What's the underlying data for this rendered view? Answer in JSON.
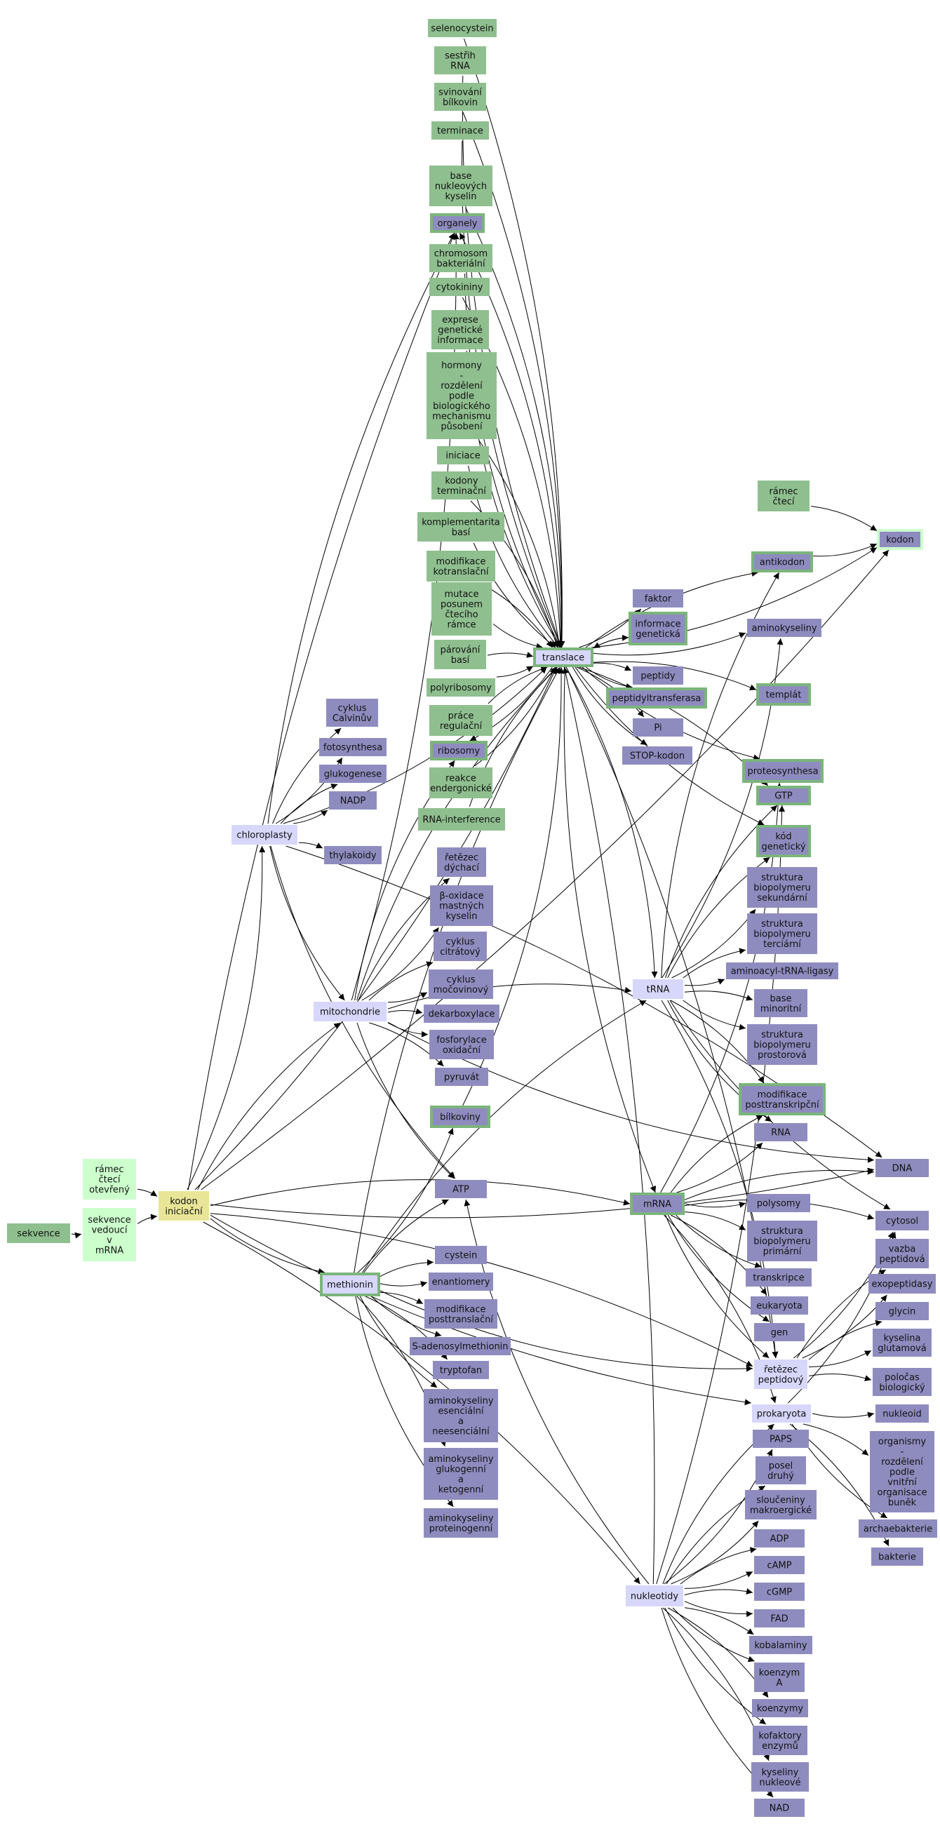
{
  "colors": {
    "background": "#ffffff",
    "edge": "#000000",
    "green_node": "#8fbf8f",
    "green_border": "#7bb57b",
    "blue_node": "#8e8cbf",
    "lavender_node": "#d7d7fb",
    "light_green_node": "#ccffcc",
    "yellow_node": "#e8e696",
    "text": "#111111"
  },
  "nodes": {
    "selenocystein": {
      "lines": [
        "selenocystein"
      ],
      "style": "green"
    },
    "sestrih": {
      "lines": [
        "sestřih",
        "RNA"
      ],
      "style": "green"
    },
    "svinovani": {
      "lines": [
        "svinování",
        "bílkovin"
      ],
      "style": "green"
    },
    "terminace": {
      "lines": [
        "terminace"
      ],
      "style": "green"
    },
    "base_nukleovych": {
      "lines": [
        "base",
        "nukleových",
        "kyselin"
      ],
      "style": "green"
    },
    "organely": {
      "lines": [
        "organely"
      ],
      "style": "blue-green"
    },
    "chromosom": {
      "lines": [
        "chromosom",
        "bakteriální"
      ],
      "style": "green"
    },
    "cytokininy": {
      "lines": [
        "cytokininy"
      ],
      "style": "green"
    },
    "exprese": {
      "lines": [
        "exprese",
        "genetické",
        "informace"
      ],
      "style": "green"
    },
    "hormony": {
      "lines": [
        "hormony",
        "-",
        "rozdělení",
        "podle",
        "biologického",
        "mechanismu",
        "působení"
      ],
      "style": "green"
    },
    "iniciace": {
      "lines": [
        "iniciace"
      ],
      "style": "green"
    },
    "kodony_term": {
      "lines": [
        "kodony",
        "terminační"
      ],
      "style": "green"
    },
    "komplementarita": {
      "lines": [
        "komplementarita",
        "basí"
      ],
      "style": "green"
    },
    "modifikace_kotr": {
      "lines": [
        "modifikace",
        "kotranslační"
      ],
      "style": "green"
    },
    "mutace": {
      "lines": [
        "mutace",
        "posunem",
        "čtecího",
        "rámce"
      ],
      "style": "green"
    },
    "parovani": {
      "lines": [
        "párování",
        "basí"
      ],
      "style": "green"
    },
    "polyribosomy": {
      "lines": [
        "polyribosomy"
      ],
      "style": "green"
    },
    "prace": {
      "lines": [
        "práce",
        "regulační"
      ],
      "style": "green"
    },
    "ribosomy": {
      "lines": [
        "ribosomy"
      ],
      "style": "blue-green"
    },
    "reakce": {
      "lines": [
        "reakce",
        "endergonické"
      ],
      "style": "green"
    },
    "rna_interference": {
      "lines": [
        "RNA-interference"
      ],
      "style": "green"
    },
    "ramec_cteci": {
      "lines": [
        "rámec",
        "čtecí"
      ],
      "style": "green"
    },
    "kodon": {
      "lines": [
        "kodon"
      ],
      "style": "blue-lavender"
    },
    "antikodon": {
      "lines": [
        "antikodon"
      ],
      "style": "blue-green"
    },
    "aminokyseliny": {
      "lines": [
        "aminokyseliny"
      ],
      "style": "blue"
    },
    "faktor": {
      "lines": [
        "faktor"
      ],
      "style": "blue"
    },
    "informace_genet": {
      "lines": [
        "informace",
        "genetická"
      ],
      "style": "blue-green"
    },
    "translace": {
      "lines": [
        "translace"
      ],
      "style": "lavender-green"
    },
    "peptidy": {
      "lines": [
        "peptidy"
      ],
      "style": "blue"
    },
    "peptidyltransferasa": {
      "lines": [
        "peptidyltransferasa"
      ],
      "style": "blue-green"
    },
    "templat": {
      "lines": [
        "templát"
      ],
      "style": "blue-green"
    },
    "pi": {
      "lines": [
        "Pi"
      ],
      "style": "blue"
    },
    "stop_kodon": {
      "lines": [
        "STOP-kodon"
      ],
      "style": "blue"
    },
    "proteosynthesa": {
      "lines": [
        "proteosynthesa"
      ],
      "style": "blue-green"
    },
    "gtp": {
      "lines": [
        "GTP"
      ],
      "style": "blue-green"
    },
    "kod_genet": {
      "lines": [
        "kód",
        "genetický"
      ],
      "style": "blue-green"
    },
    "cyklus_calvin": {
      "lines": [
        "cyklus",
        "Calvinův"
      ],
      "style": "blue"
    },
    "fotosynthesa": {
      "lines": [
        "fotosynthesa"
      ],
      "style": "blue"
    },
    "glukogenese": {
      "lines": [
        "glukogenese"
      ],
      "style": "blue"
    },
    "nadp": {
      "lines": [
        "NADP"
      ],
      "style": "blue"
    },
    "chloroplasty": {
      "lines": [
        "chloroplasty"
      ],
      "style": "lavender"
    },
    "thylakoidy": {
      "lines": [
        "thylakoidy"
      ],
      "style": "blue"
    },
    "retezec_dychaci": {
      "lines": [
        "řetězec",
        "dýchací"
      ],
      "style": "blue"
    },
    "beta_oxidace": {
      "lines": [
        "β-oxidace",
        "mastných",
        "kyselin"
      ],
      "style": "blue"
    },
    "cyklus_citratovy": {
      "lines": [
        "cyklus",
        "citrátový"
      ],
      "style": "blue"
    },
    "cyklus_mocovinovy": {
      "lines": [
        "cyklus",
        "močovinový"
      ],
      "style": "blue"
    },
    "dekarboxylace": {
      "lines": [
        "dekarboxylace"
      ],
      "style": "blue"
    },
    "mitochondrie": {
      "lines": [
        "mitochondrie"
      ],
      "style": "lavender"
    },
    "fosforylace": {
      "lines": [
        "fosforylace",
        "oxidační"
      ],
      "style": "blue"
    },
    "pyruvat": {
      "lines": [
        "pyruvát"
      ],
      "style": "blue"
    },
    "bilkoviny": {
      "lines": [
        "bílkoviny"
      ],
      "style": "blue-green"
    },
    "atp": {
      "lines": [
        "ATP"
      ],
      "style": "blue"
    },
    "struktura_sek": {
      "lines": [
        "struktura",
        "biopolymeru",
        "sekundární"
      ],
      "style": "blue"
    },
    "struktura_ter": {
      "lines": [
        "struktura",
        "biopolymeru",
        "terciární"
      ],
      "style": "blue"
    },
    "aminoacyl": {
      "lines": [
        "aminoacyl-tRNA-ligasy"
      ],
      "style": "blue"
    },
    "trna": {
      "lines": [
        "tRNA"
      ],
      "style": "lavender"
    },
    "base_minoritni": {
      "lines": [
        "base",
        "minoritní"
      ],
      "style": "blue"
    },
    "struktura_pro": {
      "lines": [
        "struktura",
        "biopolymeru",
        "prostorová"
      ],
      "style": "blue"
    },
    "modifikace_post": {
      "lines": [
        "modifikace",
        "posttranskripční"
      ],
      "style": "blue-green"
    },
    "rna": {
      "lines": [
        "RNA"
      ],
      "style": "blue"
    },
    "dna": {
      "lines": [
        "DNA"
      ],
      "style": "blue"
    },
    "mrna": {
      "lines": [
        "mRNA"
      ],
      "style": "blue-green"
    },
    "polysomy": {
      "lines": [
        "polysomy"
      ],
      "style": "blue"
    },
    "struktura_prim": {
      "lines": [
        "struktura",
        "biopolymeru",
        "primární"
      ],
      "style": "blue"
    },
    "cytosol": {
      "lines": [
        "cytosol"
      ],
      "style": "blue"
    },
    "vazba_pept": {
      "lines": [
        "vazba",
        "peptidová"
      ],
      "style": "blue"
    },
    "transkripce": {
      "lines": [
        "transkripce"
      ],
      "style": "blue"
    },
    "exopeptidasy": {
      "lines": [
        "exopeptidasy"
      ],
      "style": "blue"
    },
    "eukaryota": {
      "lines": [
        "eukaryota"
      ],
      "style": "blue"
    },
    "glycin": {
      "lines": [
        "glycin"
      ],
      "style": "blue"
    },
    "gen": {
      "lines": [
        "gen"
      ],
      "style": "blue"
    },
    "kyselina_glut": {
      "lines": [
        "kyselina",
        "glutamová"
      ],
      "style": "blue"
    },
    "retezec_pept": {
      "lines": [
        "řetězec",
        "peptidový"
      ],
      "style": "lavender"
    },
    "polocas": {
      "lines": [
        "poločas",
        "biologický"
      ],
      "style": "blue"
    },
    "prokaryota": {
      "lines": [
        "prokaryota"
      ],
      "style": "lavender"
    },
    "nukleoid": {
      "lines": [
        "nukleoid"
      ],
      "style": "blue"
    },
    "organismy": {
      "lines": [
        "organismy",
        "-",
        "rozdělení",
        "podle",
        "vnitřní",
        "organisace",
        "buněk"
      ],
      "style": "blue"
    },
    "archaebakterie": {
      "lines": [
        "archaebakterie"
      ],
      "style": "blue"
    },
    "bakterie": {
      "lines": [
        "bakterie"
      ],
      "style": "blue"
    },
    "ramec_otevreny": {
      "lines": [
        "rámec",
        "čtecí",
        "otevřený"
      ],
      "style": "light-green"
    },
    "sekvence": {
      "lines": [
        "sekvence"
      ],
      "style": "green"
    },
    "sekvence_vedouci": {
      "lines": [
        "sekvence",
        "vedoucí",
        "v",
        "mRNA"
      ],
      "style": "light-green"
    },
    "kodon_iniciacni": {
      "lines": [
        "kodon",
        "iniciační"
      ],
      "style": "yellow"
    },
    "methionin": {
      "lines": [
        "methionin"
      ],
      "style": "lavender-green"
    },
    "cystein": {
      "lines": [
        "cystein"
      ],
      "style": "blue"
    },
    "enantiomery": {
      "lines": [
        "enantiomery"
      ],
      "style": "blue"
    },
    "modifikace_posttransl": {
      "lines": [
        "modifikace",
        "posttranslační"
      ],
      "style": "blue"
    },
    "s_adenosyl": {
      "lines": [
        "S-adenosylmethionin"
      ],
      "style": "blue"
    },
    "tryptofan": {
      "lines": [
        "tryptofan"
      ],
      "style": "blue"
    },
    "ak_esencialni": {
      "lines": [
        "aminokyseliny",
        "esenciální",
        "a",
        "neesenciální"
      ],
      "style": "blue"
    },
    "ak_glukogenni": {
      "lines": [
        "aminokyseliny",
        "glukogenní",
        "a",
        "ketogenní"
      ],
      "style": "blue"
    },
    "ak_proteinogenni": {
      "lines": [
        "aminokyseliny",
        "proteinogenní"
      ],
      "style": "blue"
    },
    "paps": {
      "lines": [
        "PAPS"
      ],
      "style": "blue"
    },
    "posel_druhy": {
      "lines": [
        "posel",
        "druhý"
      ],
      "style": "blue"
    },
    "slouceniny": {
      "lines": [
        "sloučeniny",
        "makroergické"
      ],
      "style": "blue"
    },
    "adp": {
      "lines": [
        "ADP"
      ],
      "style": "blue"
    },
    "camp": {
      "lines": [
        "cAMP"
      ],
      "style": "blue"
    },
    "cgmp": {
      "lines": [
        "cGMP"
      ],
      "style": "blue"
    },
    "nukleotidy": {
      "lines": [
        "nukleotidy"
      ],
      "style": "lavender"
    },
    "fad": {
      "lines": [
        "FAD"
      ],
      "style": "blue"
    },
    "kobalaminy": {
      "lines": [
        "kobalaminy"
      ],
      "style": "blue"
    },
    "koenzym_a": {
      "lines": [
        "koenzym",
        "A"
      ],
      "style": "blue"
    },
    "koenzymy": {
      "lines": [
        "koenzymy"
      ],
      "style": "blue"
    },
    "kofaktory": {
      "lines": [
        "kofaktory",
        "enzymů"
      ],
      "style": "blue"
    },
    "kyseliny_nukleove": {
      "lines": [
        "kyseliny",
        "nukleové"
      ],
      "style": "blue"
    },
    "nad": {
      "lines": [
        "NAD"
      ],
      "style": "blue"
    }
  },
  "edges": [
    [
      "selenocystein",
      "translace"
    ],
    [
      "sestrih",
      "translace"
    ],
    [
      "svinovani",
      "translace"
    ],
    [
      "terminace",
      "translace"
    ],
    [
      "base_nukleovych",
      "translace"
    ],
    [
      "chromosom",
      "translace"
    ],
    [
      "cytokininy",
      "translace"
    ],
    [
      "exprese",
      "translace"
    ],
    [
      "hormony",
      "translace"
    ],
    [
      "iniciace",
      "translace"
    ],
    [
      "kodony_term",
      "translace"
    ],
    [
      "komplementarita",
      "translace"
    ],
    [
      "modifikace_kotr",
      "translace"
    ],
    [
      "mutace",
      "translace"
    ],
    [
      "parovani",
      "translace"
    ],
    [
      "polyribosomy",
      "translace"
    ],
    [
      "prace",
      "translace"
    ],
    [
      "reakce",
      "translace"
    ],
    [
      "rna_interference",
      "translace"
    ],
    [
      "translace",
      "organely"
    ],
    [
      "translace",
      "ribosomy"
    ],
    [
      "translace",
      "faktor"
    ],
    [
      "translace",
      "informace_genet"
    ],
    [
      "informace_genet",
      "translace"
    ],
    [
      "translace",
      "peptidy"
    ],
    [
      "translace",
      "peptidyltransferasa"
    ],
    [
      "translace",
      "pi"
    ],
    [
      "translace",
      "stop_kodon"
    ],
    [
      "translace",
      "antikodon"
    ],
    [
      "translace",
      "aminokyseliny"
    ],
    [
      "translace",
      "templat"
    ],
    [
      "translace",
      "proteosynthesa"
    ],
    [
      "translace",
      "gtp"
    ],
    [
      "translace",
      "kodon"
    ],
    [
      "translace",
      "trna"
    ],
    [
      "translace",
      "mrna"
    ],
    [
      "translace",
      "retezec_pept"
    ],
    [
      "translace",
      "kod_genet"
    ],
    [
      "ramec_cteci",
      "kodon"
    ],
    [
      "antikodon",
      "kodon"
    ],
    [
      "chloroplasty",
      "cyklus_calvin"
    ],
    [
      "chloroplasty",
      "fotosynthesa"
    ],
    [
      "chloroplasty",
      "glukogenese"
    ],
    [
      "chloroplasty",
      "nadp"
    ],
    [
      "chloroplasty",
      "thylakoidy"
    ],
    [
      "chloroplasty",
      "mitochondrie"
    ],
    [
      "chloroplasty",
      "dna"
    ],
    [
      "chloroplasty",
      "atp"
    ],
    [
      "chloroplasty",
      "organely"
    ],
    [
      "chloroplasty",
      "translace"
    ],
    [
      "mitochondrie",
      "retezec_dychaci"
    ],
    [
      "mitochondrie",
      "beta_oxidace"
    ],
    [
      "mitochondrie",
      "cyklus_citratovy"
    ],
    [
      "mitochondrie",
      "cyklus_mocovinovy"
    ],
    [
      "mitochondrie",
      "dekarboxylace"
    ],
    [
      "mitochondrie",
      "fosforylace"
    ],
    [
      "mitochondrie",
      "pyruvat"
    ],
    [
      "mitochondrie",
      "organely"
    ],
    [
      "mitochondrie",
      "ribosomy"
    ],
    [
      "mitochondrie",
      "atp"
    ],
    [
      "mitochondrie",
      "translace"
    ],
    [
      "mitochondrie",
      "dna"
    ],
    [
      "mitochondrie",
      "trna"
    ],
    [
      "bilkoviny",
      "translace"
    ],
    [
      "trna",
      "kod_genet"
    ],
    [
      "trna",
      "struktura_sek"
    ],
    [
      "trna",
      "struktura_ter"
    ],
    [
      "trna",
      "aminoacyl"
    ],
    [
      "trna",
      "base_minoritni"
    ],
    [
      "trna",
      "struktura_pro"
    ],
    [
      "trna",
      "modifikace_post"
    ],
    [
      "trna",
      "rna"
    ],
    [
      "trna",
      "antikodon"
    ],
    [
      "trna",
      "aminokyseliny"
    ],
    [
      "trna",
      "gtp"
    ],
    [
      "trna",
      "cytosol"
    ],
    [
      "trna",
      "retezec_pept"
    ],
    [
      "mrna",
      "polysomy"
    ],
    [
      "mrna",
      "struktura_prim"
    ],
    [
      "mrna",
      "transkripce"
    ],
    [
      "mrna",
      "eukaryota"
    ],
    [
      "mrna",
      "gen"
    ],
    [
      "mrna",
      "dna"
    ],
    [
      "mrna",
      "rna"
    ],
    [
      "mrna",
      "modifikace_post"
    ],
    [
      "mrna",
      "retezec_pept"
    ],
    [
      "mrna",
      "prokaryota"
    ],
    [
      "mrna",
      "proteosynthesa"
    ],
    [
      "mrna",
      "cytosol"
    ],
    [
      "retezec_pept",
      "cytosol"
    ],
    [
      "retezec_pept",
      "vazba_pept"
    ],
    [
      "retezec_pept",
      "exopeptidasy"
    ],
    [
      "retezec_pept",
      "glycin"
    ],
    [
      "retezec_pept",
      "kyselina_glut"
    ],
    [
      "retezec_pept",
      "polocas"
    ],
    [
      "prokaryota",
      "nukleoid"
    ],
    [
      "prokaryota",
      "organismy"
    ],
    [
      "prokaryota",
      "archaebakterie"
    ],
    [
      "prokaryota",
      "bakterie"
    ],
    [
      "prokaryota",
      "cytosol"
    ],
    [
      "ramec_otevreny",
      "kodon_iniciacni"
    ],
    [
      "sekvence",
      "sekvence_vedouci"
    ],
    [
      "sekvence_vedouci",
      "kodon_iniciacni"
    ],
    [
      "kodon_iniciacni",
      "chloroplasty"
    ],
    [
      "kodon_iniciacni",
      "mitochondrie"
    ],
    [
      "kodon_iniciacni",
      "methionin"
    ],
    [
      "kodon_iniciacni",
      "mrna"
    ],
    [
      "kodon_iniciacni",
      "translace"
    ],
    [
      "kodon_iniciacni",
      "nukleotidy"
    ],
    [
      "kodon_iniciacni",
      "kodon"
    ],
    [
      "kodon_iniciacni",
      "organely"
    ],
    [
      "kodon_iniciacni",
      "prokaryota"
    ],
    [
      "kodon_iniciacni",
      "retezec_pept"
    ],
    [
      "kodon_iniciacni",
      "dna"
    ],
    [
      "methionin",
      "cystein"
    ],
    [
      "methionin",
      "enantiomery"
    ],
    [
      "methionin",
      "modifikace_posttransl"
    ],
    [
      "methionin",
      "s_adenosyl"
    ],
    [
      "methionin",
      "tryptofan"
    ],
    [
      "methionin",
      "ak_esencialni"
    ],
    [
      "methionin",
      "ak_glukogenni"
    ],
    [
      "methionin",
      "ak_proteinogenni"
    ],
    [
      "methionin",
      "atp"
    ],
    [
      "methionin",
      "bilkoviny"
    ],
    [
      "methionin",
      "trna"
    ],
    [
      "methionin",
      "retezec_pept"
    ],
    [
      "methionin",
      "translace"
    ],
    [
      "nukleotidy",
      "paps"
    ],
    [
      "nukleotidy",
      "posel_druhy"
    ],
    [
      "nukleotidy",
      "slouceniny"
    ],
    [
      "nukleotidy",
      "adp"
    ],
    [
      "nukleotidy",
      "camp"
    ],
    [
      "nukleotidy",
      "cgmp"
    ],
    [
      "nukleotidy",
      "fad"
    ],
    [
      "nukleotidy",
      "kobalaminy"
    ],
    [
      "nukleotidy",
      "koenzym_a"
    ],
    [
      "nukleotidy",
      "koenzymy"
    ],
    [
      "nukleotidy",
      "kofaktory"
    ],
    [
      "nukleotidy",
      "kyseliny_nukleove"
    ],
    [
      "nukleotidy",
      "nad"
    ],
    [
      "nukleotidy",
      "atp"
    ],
    [
      "nukleotidy",
      "gtp"
    ],
    [
      "nukleotidy",
      "prokaryota"
    ],
    [
      "nukleotidy",
      "translace"
    ]
  ]
}
